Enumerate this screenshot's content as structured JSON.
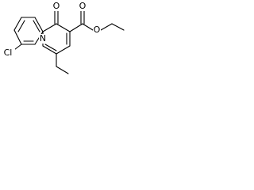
{
  "atoms": {
    "chlorine": "Cl",
    "ring_nitrogen": "N",
    "ketone_oxygen": "O",
    "ester_carbonyl_oxygen": "O",
    "ester_ether_oxygen": "O"
  },
  "colors": {
    "bond": "#000000",
    "label": "#000000",
    "background": "#ffffff"
  }
}
